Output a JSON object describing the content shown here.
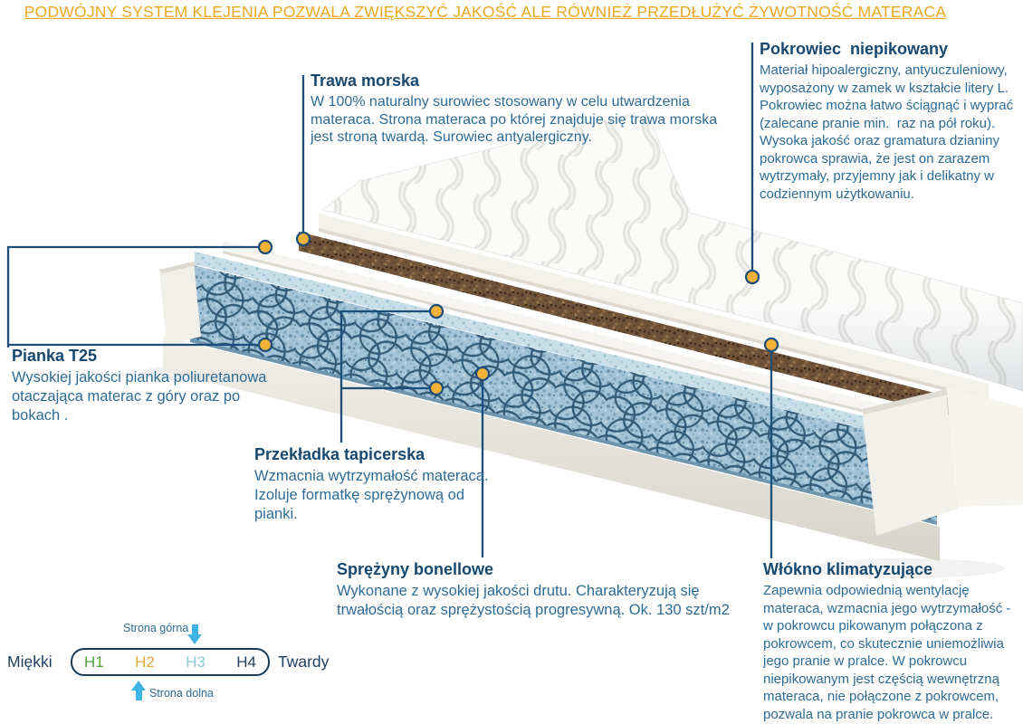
{
  "banner": {
    "text": "PODWÓJNY SYSTEM KLEJENIA POZWALA ZWIĘKSZYĆ JAKOŚĆ ALE RÓWNIEŻ PRZEDŁUŻYĆ ŻYWOTNOŚĆ MATERACA",
    "color": "#e9a821"
  },
  "callouts": {
    "trawa_morska": {
      "title": "Trawa morska",
      "body": [
        "W 100% naturalny surowiec stosowany w celu utwardzenia",
        "materaca. Strona materaca po której znajduje się trawa morska",
        "jest stroną twardą. Surowiec antyalergiczny."
      ]
    },
    "pokrowiec": {
      "title": "Pokrowiec  niepikowany",
      "body": [
        "Materiał hipoalergiczny, antyuczuleniowy,",
        "wyposażony w zamek w kształcie litery L.",
        "Pokrowiec można łatwo ściągnąć i wyprać",
        "(zalecane pranie min.  raz na pół roku).",
        "Wysoka jakość oraz gramatura dzianiny",
        "pokrowca sprawia, że jest on zarazem",
        "wytrzymały, przyjemny jak i delikatny w",
        "codziennym użytkowaniu."
      ]
    },
    "pianka": {
      "title": "Pianka T25",
      "body": [
        "Wysokiej jakości pianka poliuretanowa",
        "otaczająca materac z góry oraz po",
        "bokach ."
      ]
    },
    "przekladka": {
      "title": "Przekładka tapicerska",
      "body": [
        "Wzmacnia wytrzymałość materaca.",
        "Izoluje formatkę sprężynową od",
        "pianki."
      ]
    },
    "sprezyny": {
      "title": "Sprężyny bonellowe",
      "body": [
        "Wykonane z wysokiej jakości drutu. Charakteryzują się",
        "trwałością oraz sprężystością progresywną. Ok. 130 szt/m2"
      ]
    },
    "wlokno": {
      "title": "Włókno klimatyzujące",
      "body": [
        "Zapewnia odpowiednią wentylację",
        "materaca, wzmacnia jego wytrzymałość -",
        "w pokrowcu pikowanym połączona z",
        "pokrowcem, co skutecznie uniemożliwia",
        "jego pranie w pralce. W pokrowcu",
        "niepikowanym jest częścią wewnętrzną",
        "materaca, nie połączone z pokrowcem,",
        "pozwala na pranie pokrowca w pralce."
      ]
    }
  },
  "hardness_scale": {
    "soft_label": "Miękki",
    "hard_label": "Twardy",
    "top_label": "Strona górna",
    "bottom_label": "Strona dolna",
    "levels": [
      {
        "label": "H1",
        "color": "#55a243"
      },
      {
        "label": "H2",
        "color": "#dcab32"
      },
      {
        "label": "H3",
        "color": "#90c7da"
      },
      {
        "label": "H4",
        "color": "#24405c"
      }
    ]
  },
  "colors": {
    "title_text": "#17486f",
    "body_text": "#2e6b94",
    "callout_line": "#1d4e79",
    "dot_fill": "#f2b237",
    "arrow": "#3eb4e6",
    "scale_border": "#1b3a57",
    "trawa_layer": "#6f5338",
    "spring_fabric": "#a3c4d8"
  }
}
